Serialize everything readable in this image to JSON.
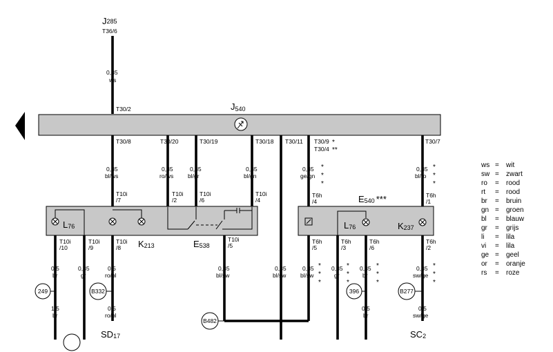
{
  "top_connector": {
    "name": "J",
    "sub": "285",
    "pin": "T36/6"
  },
  "top_wire": {
    "size": "0,35",
    "color": "ws"
  },
  "module_j540": {
    "name": "J",
    "sub": "540"
  },
  "pins": {
    "t30_2": "T30/2",
    "t30_8": "T30/8",
    "t30_20": "T30/20",
    "t30_19": "T30/19",
    "t30_18": "T30/18",
    "t30_11": "T30/11",
    "t30_9": "T30/9",
    "t30_4": "T30/4",
    "t30_7": "T30/7",
    "t10i_7": "T10i\n/7",
    "t10i_2": "T10i\n/2",
    "t10i_6": "T10i\n/6",
    "t10i_4": "T10i\n/4",
    "t10i_10": "T10i\n/10",
    "t10i_9": "T10i\n/9",
    "t10i_8": "T10i\n/8",
    "t10i_5": "T10i\n/5",
    "t6h_4": "T6h\n/4",
    "t6h_1": "T6h\n/1",
    "t6h_5": "T6h\n/5",
    "t6h_3": "T6h\n/3",
    "t6h_6": "T6h\n/6",
    "t6h_2": "T6h\n/2"
  },
  "wires_upper": {
    "w1": "0,35\nbl/ws",
    "w2": "0,35\nro/ws",
    "w3": "0,35\nbl/gr",
    "w4": "0,35\nbl/gn",
    "w5": "0,35\nge/gn",
    "w6": "0,35\nbl/ro"
  },
  "wires_lower": {
    "w1": "0,5\nbr",
    "w2": "0,35\ngr",
    "w3": "0,5\nro/bl",
    "w4": "0,35\nbl/sw",
    "w5": "0,35\nbl/sw",
    "w6": "0,35\nbl/sw",
    "w7": "0,35\ngr",
    "w8": "0,35\nbr",
    "w9": "0,35\nsw/ge",
    "w10": "1,5\nbr",
    "w11": "0,5\nro/bl",
    "w12": "0,5\nbr",
    "w13": "0,5\nsw/ge"
  },
  "components": {
    "l76a": {
      "name": "L",
      "sub": "76"
    },
    "k213": {
      "name": "K",
      "sub": "213"
    },
    "e538": {
      "name": "E",
      "sub": "538"
    },
    "e540": {
      "name": "E",
      "sub": "540",
      "mark": "***"
    },
    "l76b": {
      "name": "L",
      "sub": "76"
    },
    "k237": {
      "name": "K",
      "sub": "237"
    }
  },
  "points": {
    "p249": "249",
    "b332": "B332",
    "b482": "B482",
    "p396": "396",
    "b277": "B277"
  },
  "grounds": {
    "sd17": {
      "name": "SD",
      "sub": "17"
    },
    "sc2": {
      "name": "SC",
      "sub": "2"
    }
  },
  "marks": {
    "single": "*",
    "double": "**",
    "triple": "*\n*\n*"
  },
  "legend": [
    {
      "code": "ws",
      "meaning": "wit"
    },
    {
      "code": "sw",
      "meaning": "zwart"
    },
    {
      "code": "ro",
      "meaning": "rood"
    },
    {
      "code": "rt",
      "meaning": "rood"
    },
    {
      "code": "br",
      "meaning": "bruin"
    },
    {
      "code": "gn",
      "meaning": "groen"
    },
    {
      "code": "bl",
      "meaning": "blauw"
    },
    {
      "code": "gr",
      "meaning": "grijs"
    },
    {
      "code": "li",
      "meaning": "lila"
    },
    {
      "code": "vi",
      "meaning": "lila"
    },
    {
      "code": "ge",
      "meaning": "geel"
    },
    {
      "code": "or",
      "meaning": "oranje"
    },
    {
      "code": "rs",
      "meaning": "roze"
    }
  ],
  "legend_eq": "="
}
